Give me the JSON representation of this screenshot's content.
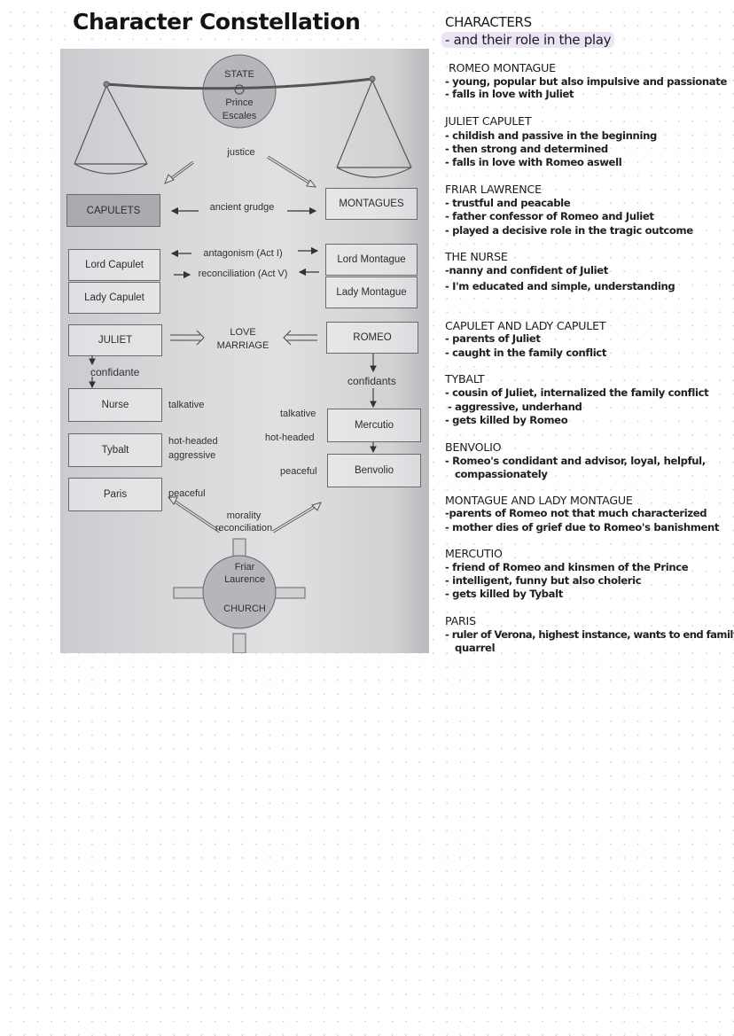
{
  "title": "Character Constellation",
  "diagram": {
    "state": "STATE",
    "prince": "Prince",
    "escales": "Escales",
    "justice": "justice",
    "capulets": "CAPULETS",
    "ancient_grudge": "ancient grudge",
    "montagues": "MONTAGUES",
    "antagonism": "antagonism (Act I)",
    "reconciliation_act": "reconciliation (Act V)",
    "lord_capulet": "Lord Capulet",
    "lady_capulet": "Lady Capulet",
    "lord_montague": "Lord Montague",
    "lady_montague": "Lady Montague",
    "juliet": "JULIET",
    "love": "LOVE",
    "marriage": "MARRIAGE",
    "romeo": "ROMEO",
    "confidante": "confidante",
    "confidants": "confidants",
    "nurse": "Nurse",
    "talkative_left": "talkative",
    "talkative_right": "talkative",
    "mercutio": "Mercutio",
    "tybalt": "Tybalt",
    "hot_headed_left": "hot-headed",
    "aggressive": "aggressive",
    "hot_headed_right": "hot-headed",
    "peaceful_right": "peaceful",
    "benvolio": "Benvolio",
    "paris": "Paris",
    "peaceful_left": "peaceful",
    "morality": "morality",
    "reconciliation": "reconciliation",
    "friar": "Friar",
    "laurence": "Laurence",
    "church": "CHURCH"
  },
  "notes": {
    "heading1": "CHARACTERS",
    "heading2": "- and their role in the play",
    "sections": [
      {
        "name": "ROMEO MONTAGUE",
        "lines": [
          "- young, popular but also impulsive and passionate",
          "- falls in love with Juliet"
        ]
      },
      {
        "name": "JULIET CAPULET",
        "lines": [
          "- childish and passive in the beginning",
          "- then strong and determined",
          "- falls in love with Romeo aswell"
        ]
      },
      {
        "name": "FRIAR LAWRENCE",
        "lines": [
          "- trustful and peacable",
          "- father confessor of Romeo and Juliet",
          "- played a decisive role in the tragic outcome"
        ]
      },
      {
        "name": "THE NURSE",
        "lines": [
          "-nanny and confident of Juliet",
          "- I'm educated and simple, understanding"
        ]
      },
      {
        "name": "CAPULET AND LADY CAPULET",
        "lines": [
          "- parents of Juliet",
          "- caught in the family conflict"
        ]
      },
      {
        "name": "TYBALT",
        "lines": [
          "- cousin of Juliet, internalized the family conflict",
          "- aggressive, underhand",
          "- gets killed by Romeo"
        ]
      },
      {
        "name": "BENVOLIO",
        "lines": [
          "- Romeo's condidant and advisor, loyal, helpful,",
          "compassionately"
        ]
      },
      {
        "name": "MONTAGUE AND LADY MONTAGUE",
        "lines": [
          "-parents of Romeo not that much characterized",
          "- mother dies of grief due to Romeo's banishment"
        ]
      },
      {
        "name": "MERCUTIO",
        "lines": [
          "- friend of Romeo and kinsmen of the Prince",
          "- intelligent, funny but also choleric",
          "- gets killed by Tybalt"
        ]
      },
      {
        "name": "PARIS",
        "lines": [
          "- ruler of Verona, highest instance, wants to end family",
          "quarrel"
        ]
      }
    ]
  }
}
